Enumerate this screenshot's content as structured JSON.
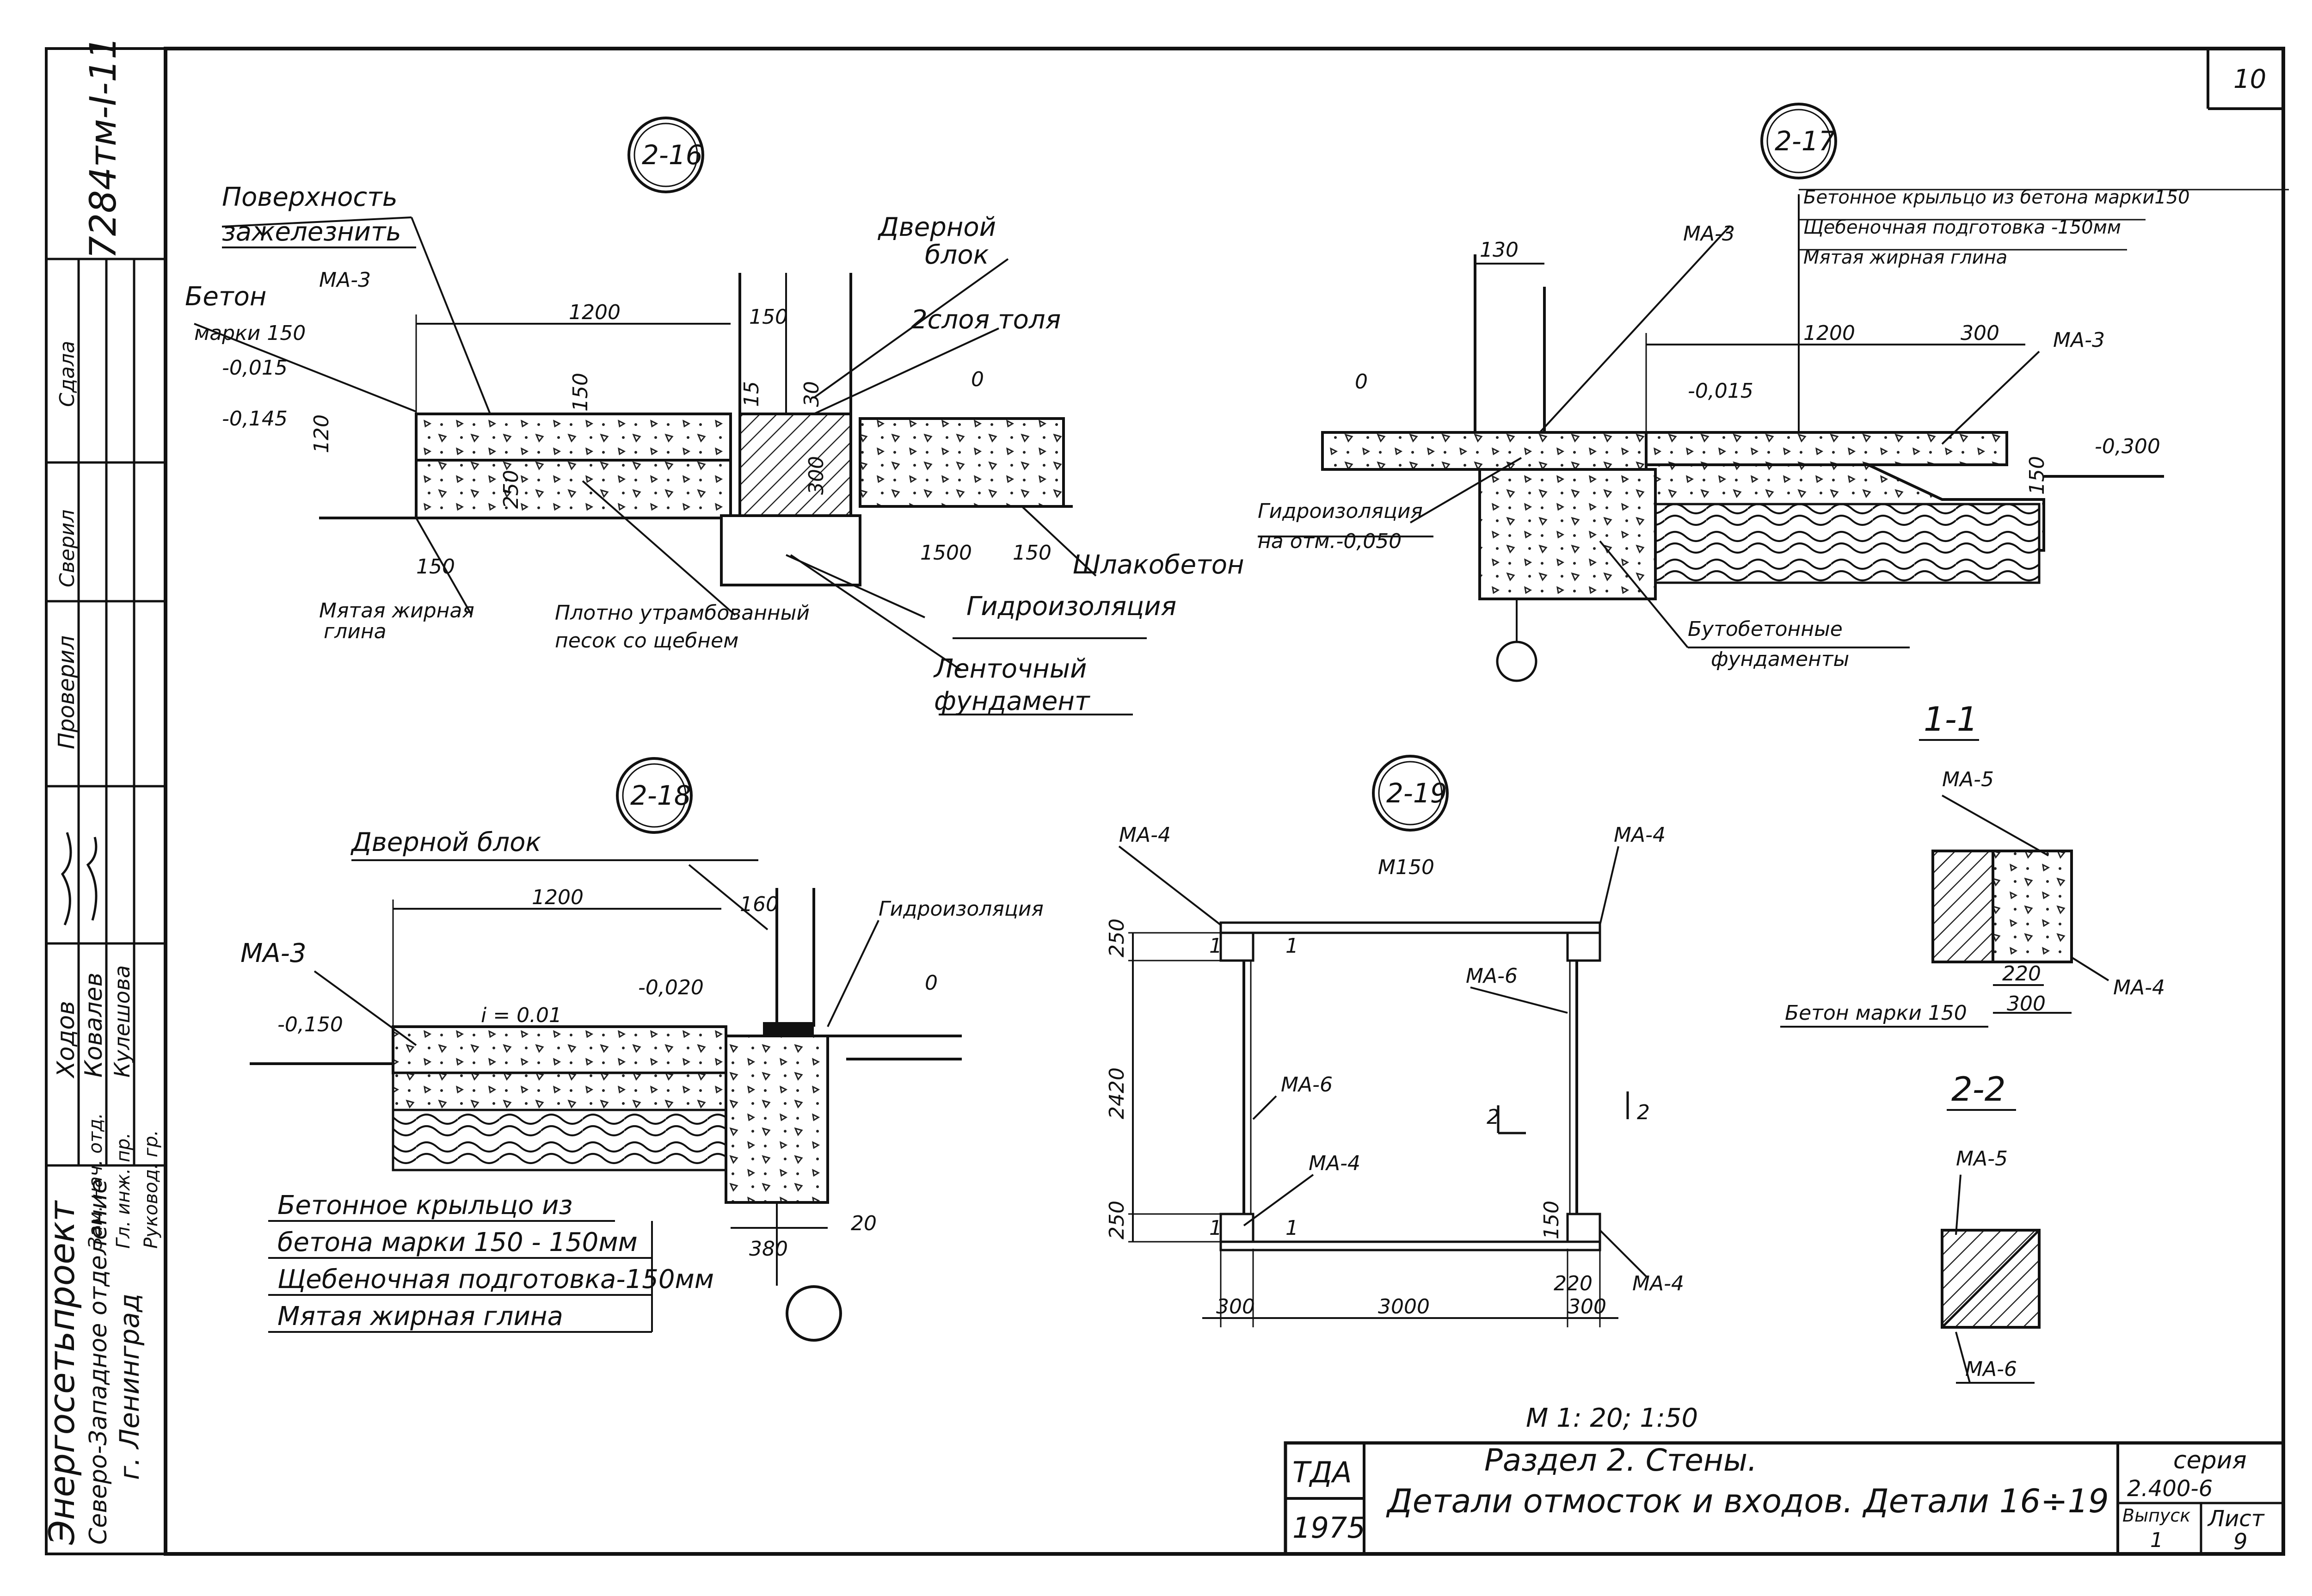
{
  "sheet": {
    "number": "10",
    "doc_code": "7284тм-I-11",
    "scale_note": "М 1: 20; 1:50"
  },
  "side_stamp": {
    "org_line1": "Энергосетьпроект",
    "org_line2": "Северо-Западное отделение",
    "org_line3": "г. Ленинград",
    "roles": [
      "Зам. нач. отд.",
      "Гл. инж. пр.",
      "Руковод. гр."
    ],
    "names": [
      "Ходов",
      "Ковалев",
      "Кулешова"
    ],
    "check_label": "Проверил",
    "pieces": [
      "Сверил",
      "Сдала"
    ]
  },
  "details": {
    "d16": {
      "marker": "2-16",
      "labels": {
        "surface": "Поверхность\nзажелезнить",
        "concrete": "Бетон\nмарки 150",
        "ma3": "МА-3",
        "door_block": "Дверной\nблок",
        "tar": "2слоя толя",
        "clay": "Мятая жирная\nглина",
        "sand": "Плотно утрамбованный\nпесок со щебнем",
        "hydro": "Гидроизоляция",
        "slag": "Шлакобетон",
        "strip_found": "Ленточный\nфундамент"
      },
      "dims": {
        "len": "1200",
        "w150": "150",
        "lvl1": "-0,015",
        "lvl2": "-0,145",
        "lvl0": "0",
        "d1500": "1500",
        "d150a": "150",
        "d150b": "150",
        "d250": "250",
        "d120": "120",
        "d150c": "150",
        "d300": "300",
        "d15": "15",
        "d30": "30"
      }
    },
    "d17": {
      "marker": "2-17",
      "labels": {
        "porch": "Бетонное крыльцо из бетона марки150",
        "gravel": "Щебеночная подготовка -150мм",
        "clay": "Мятая жирная глина",
        "ma3a": "МА-3",
        "ma3b": "МА-3",
        "hydro": "Гидроизоляция\nна отм.-0,050",
        "rubble": "Бутобетонные\nфундаменты"
      },
      "dims": {
        "d130": "130",
        "len": "1200",
        "d300": "300",
        "lvl0": "0",
        "lvl1": "-0,015",
        "lvl2": "-0,300",
        "d150": "150"
      }
    },
    "d18": {
      "marker": "2-18",
      "labels": {
        "door_block": "Дверной блок",
        "hydro": "Гидроизоляция",
        "ma3": "МА-3"
      },
      "legend": [
        "Бетонное крыльцо из",
        "бетона марки 150 - 150мм",
        "Щебеночная подготовка-150мм",
        "Мятая жирная глина"
      ],
      "dims": {
        "len": "1200",
        "d160": "160",
        "lvl1": "-0,150",
        "slope": "i = 0.01",
        "lvl2": "-0,020",
        "lvl0": "0",
        "d380": "380",
        "d20": "20"
      }
    },
    "d19": {
      "marker": "2-19",
      "labels": {
        "ma4tl": "МА-4",
        "ma4tr": "МА-4",
        "mark": "М150",
        "ma6l": "МА-6",
        "ma6r": "МА-6",
        "ma4bl": "МА-4",
        "ma4br": "МА-4",
        "s1a": "1",
        "s1b": "1",
        "s1c": "1",
        "s1d": "1",
        "s2a": "2",
        "s2b": "2"
      },
      "dims": {
        "h250t": "250",
        "h2420": "2420",
        "h250b": "250",
        "w300l": "300",
        "w3000": "3000",
        "w300r": "300",
        "d150": "150",
        "d220": "220"
      }
    },
    "sec11": {
      "title": "1-1",
      "ma5": "МА-5",
      "ma4": "МА-4",
      "concrete": "Бетон марки 150",
      "d220": "220",
      "d300": "300"
    },
    "sec22": {
      "title": "2-2",
      "ma5": "МА-5",
      "ma6": "МА-6"
    }
  },
  "title_block": {
    "org": "ТДА",
    "year": "1975",
    "line1": "Раздел 2. Стены.",
    "line2": "Детали отмосток и входов. Детали 16÷19",
    "series_label": "серия",
    "series_value": "2.400-6",
    "issue_label": "Выпуск",
    "issue_value": "1",
    "sheet_label": "Лист",
    "sheet_value": "9"
  }
}
